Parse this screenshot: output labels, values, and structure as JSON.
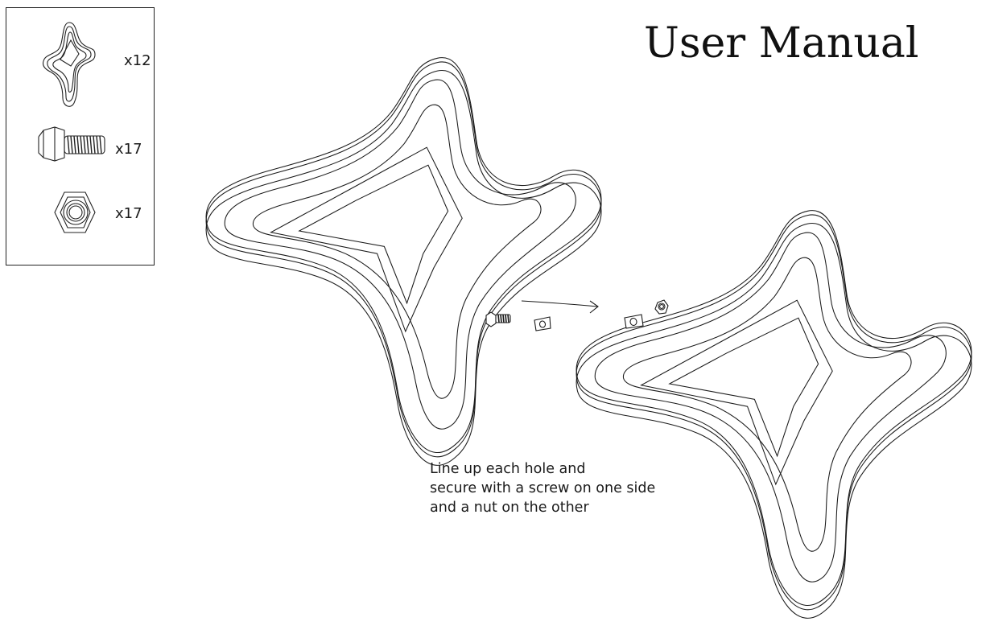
{
  "manual": {
    "title": "User Manual",
    "parts": [
      {
        "icon": "star-piece-icon",
        "quantity": "x12"
      },
      {
        "icon": "screw-icon",
        "quantity": "x17"
      },
      {
        "icon": "nut-icon",
        "quantity": "x17"
      }
    ],
    "instruction_lines": [
      "Line up each hole and",
      "secure with a screw on one side",
      "and a nut on the other"
    ],
    "colors": {
      "ink": "#1a1a1a",
      "background": "#ffffff"
    }
  }
}
